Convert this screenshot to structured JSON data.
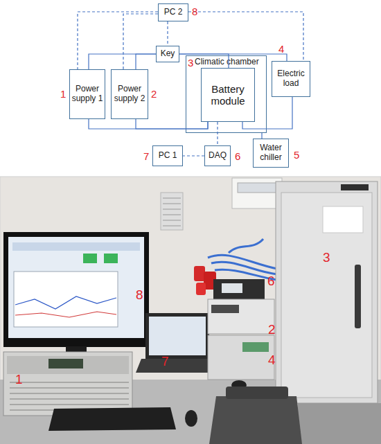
{
  "diagram": {
    "nodes": [
      {
        "text": [
          "PC 2"
        ]
      },
      {
        "text": [
          "Key"
        ]
      },
      {
        "text": [
          "Power supply 1"
        ]
      },
      {
        "text": [
          "Power supply 2"
        ]
      },
      {
        "text": [
          "Climatic chamber"
        ]
      },
      {
        "text": [
          "Battery module"
        ],
        "in": 4
      },
      {
        "text": [
          "Electric load"
        ]
      },
      {
        "text": [
          "PC 1"
        ]
      },
      {
        "text": [
          "DAQ"
        ]
      },
      {
        "text": [
          "Water chiller"
        ]
      }
    ],
    "edges": [
      {
        "from": 0,
        "to": 2,
        "arrow": "none"
      },
      {
        "from": 0,
        "to": 3,
        "arrow": "none"
      },
      {
        "from": 0,
        "to": 1,
        "arrow": "none"
      },
      {
        "from": 0,
        "to": 6,
        "arrow": "none"
      },
      {
        "from": 2,
        "to": 1,
        "arrow": "none"
      },
      {
        "from": 3,
        "to": 1,
        "arrow": "none"
      },
      {
        "from": 1,
        "to": 5,
        "arrow": "none"
      },
      {
        "from": 1,
        "to": 6,
        "arrow": "none"
      },
      {
        "from": 2,
        "to": 5,
        "arrow": "none"
      },
      {
        "from": 3,
        "to": 5,
        "arrow": "none"
      },
      {
        "from": 5,
        "to": 6,
        "arrow": "none"
      },
      {
        "from": 5,
        "to": 8,
        "arrow": "none"
      },
      {
        "from": 8,
        "to": 7,
        "arrow": "none"
      },
      {
        "from": 4,
        "to": 9,
        "arrow": "none"
      }
    ],
    "labels": [
      "8",
      "1",
      "2",
      "3",
      "4",
      "7",
      "6",
      "5",
      "3",
      "8",
      "6",
      "2",
      "1",
      "4",
      "7"
    ]
  }
}
